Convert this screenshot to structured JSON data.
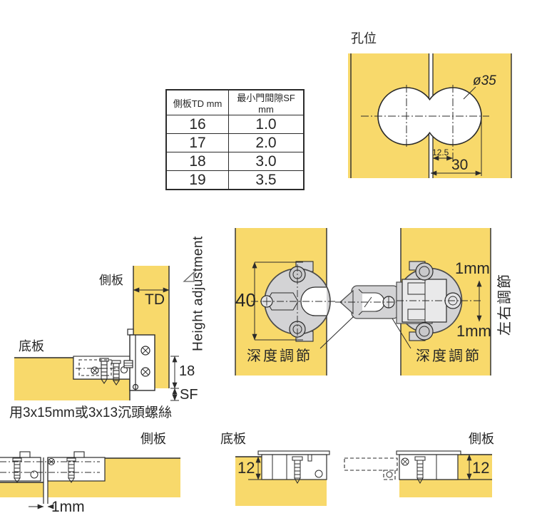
{
  "colors": {
    "panel_yellow": "#F8D96B",
    "hinge_gray": "#D3D3D5",
    "line": "#2b2b2b"
  },
  "table": {
    "headers": [
      "側板TD mm",
      "最小門間隙SF mm"
    ],
    "rows": [
      [
        "16",
        "1.0"
      ],
      [
        "17",
        "2.0"
      ],
      [
        "18",
        "3.0"
      ],
      [
        "19",
        "3.5"
      ]
    ]
  },
  "hole_diagram": {
    "title": "孔位",
    "diameter": "ø35",
    "edge_offset": "12.5",
    "spacing": "30"
  },
  "side_view": {
    "side_panel": "側板",
    "thickness": "TD",
    "bottom_panel": "底板",
    "height_adjustment": "Height adjustment",
    "depth": "18",
    "gap": "SF",
    "screw_note": "用3x15mm或3x13沉頭螺絲"
  },
  "front_view": {
    "cup_height": "40",
    "depth_adjust_left": "深度調節",
    "depth_adjust_right": "深度調節",
    "side_adjust": "左右調節",
    "play_top": "1mm",
    "play_bottom": "1mm"
  },
  "bottom_left": {
    "label": "側板",
    "gap": "1mm"
  },
  "bottom_middle": {
    "label": "底板",
    "thickness": "12"
  },
  "bottom_right": {
    "label": "側板",
    "thickness": "12"
  }
}
